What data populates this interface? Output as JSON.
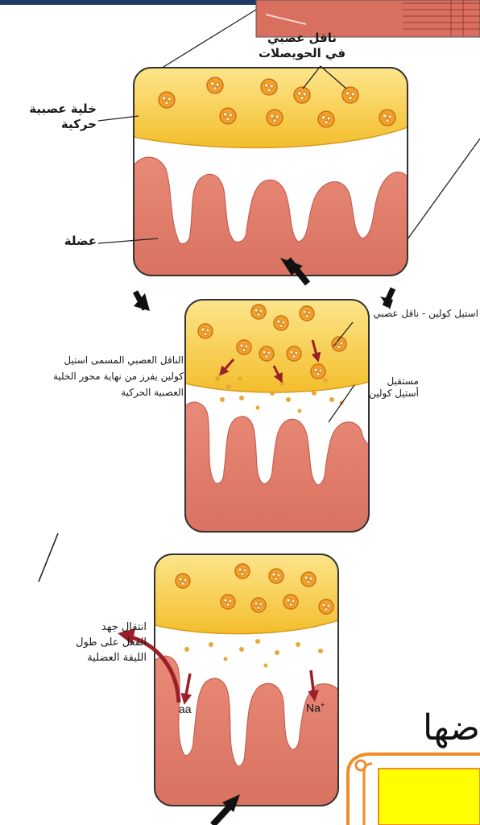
{
  "panel1": {
    "label_vesicles": [
      "ناقل عصبي",
      "في الحويصلات"
    ],
    "label_motor_neuron": [
      "خلية عصبية",
      "حركية"
    ],
    "label_muscle": "عضلة"
  },
  "panel2": {
    "label_ach": "استيل كولين - ناقل عصبي",
    "label_release": [
      "الناقل العصبي المسمى استيل",
      "كولين يفرز من نهاية محور الخلية",
      "العصبية الحركية"
    ],
    "label_receptor": [
      "مستقبل",
      "أستيل كولين"
    ]
  },
  "panel3": {
    "label_impulse": [
      "انتقال جهد",
      "الفعل على طول",
      "الليفة العضلية"
    ],
    "ion_left": "aa",
    "ion_right_base": "Na",
    "ion_right_sup": "+"
  },
  "partial_text": "ضها",
  "colors": {
    "neuron_yellow": "#f6c83a",
    "neuron_yellow_light": "#fbe27a",
    "muscle": "#e07b6a",
    "muscle_dark": "#c85f50",
    "vesicle": "#f0a02a",
    "arrow_red": "#9b1f2a",
    "highlight_yellow": "#ffff00",
    "frame_orange": "#f08c2a",
    "top_bar": "#1f3864"
  },
  "icons": [
    "arrow-icon",
    "vesicle-icon"
  ]
}
